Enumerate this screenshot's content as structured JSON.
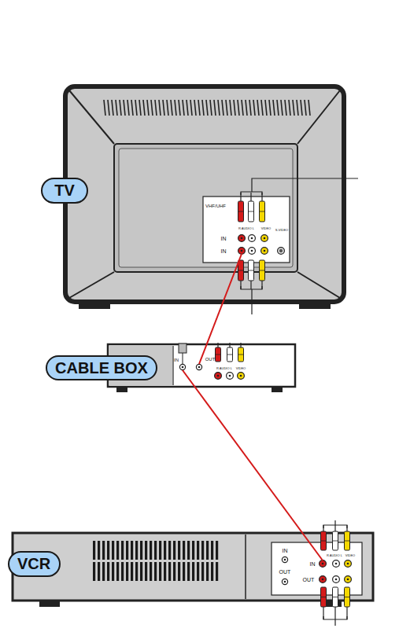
{
  "diagram": {
    "nodes": [
      {
        "text": [
          "TV"
        ]
      },
      {
        "text": [
          "CABLE BOX"
        ]
      },
      {
        "text": [
          "VCR"
        ]
      }
    ],
    "labels": [
      "VHF/UHF",
      "R AUDIO L",
      "VIDEO",
      "IN",
      "IN",
      "S-VIDEO",
      "IN",
      "OUT",
      "R AUDIO L",
      "VIDEO",
      "IN",
      "OUT",
      "IN",
      "OUT",
      "R AUDIO L",
      "VIDEO"
    ]
  }
}
